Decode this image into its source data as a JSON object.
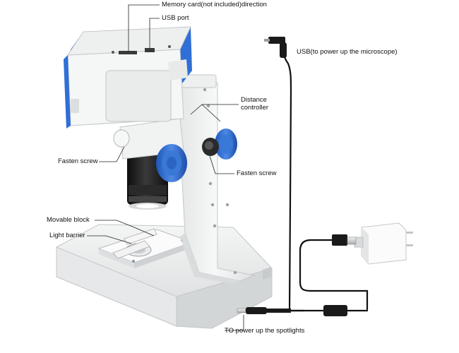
{
  "labels": {
    "memory_card": "Memory card(not included)direction",
    "usb_port": "USB port",
    "usb_power": "USB(to power up the microscope)",
    "distance_controller_line1": "Distance",
    "distance_controller_line2": "controller",
    "fasten_screw_left": "Fasten screw",
    "fasten_screw_right": "Fasten screw",
    "movable_block": "Movable block",
    "light_barrier": "Light barrier",
    "spotlight_power": "TO power up the spotlights"
  },
  "colors": {
    "accent_blue": "#2f6fd6",
    "body_white": "#f1f2f2",
    "lens_black": "#1c1c1c",
    "cable": "#111111"
  }
}
